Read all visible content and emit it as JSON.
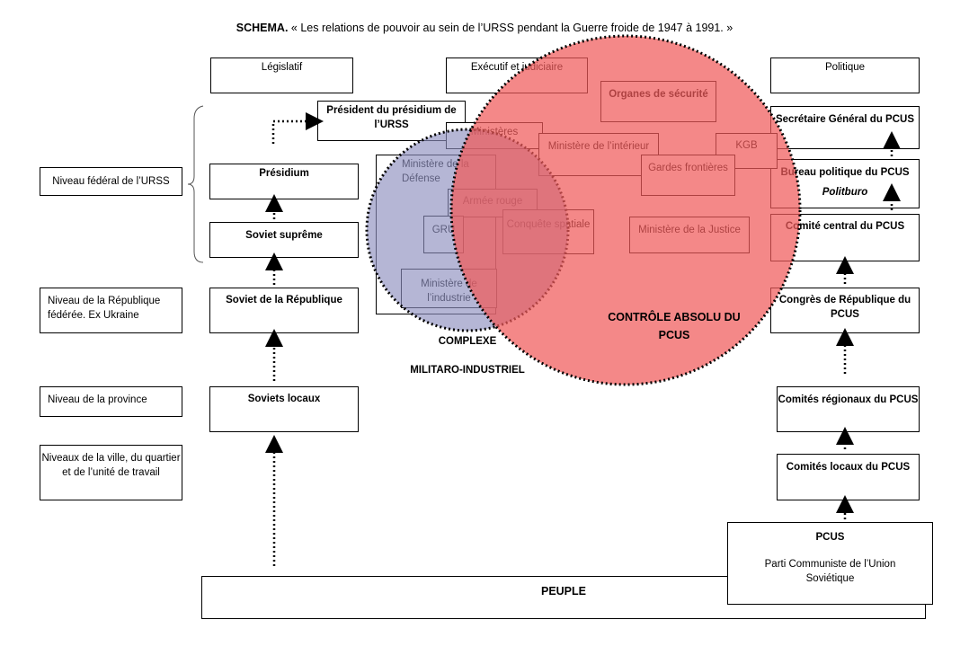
{
  "title": {
    "prefix": "SCHEMA.",
    "text": " « Les relations de pouvoir au sein de l’URSS pendant la Guerre froide de 1947 à 1991. »"
  },
  "headers": {
    "legislatif": "Législatif",
    "executif": "Exécutif et judiciaire",
    "politique": "Politique"
  },
  "levels": {
    "federal": "Niveau fédéral de l’URSS",
    "republique": "Niveau de la République fédérée. Ex Ukraine",
    "province": "Niveau de la province",
    "ville": "Niveaux de la ville, du quartier et de l’unité de travail"
  },
  "legislatif": {
    "president": "Président du présidium de l’URSS",
    "presidium": "Présidium",
    "soviet_supreme": "Soviet suprême",
    "soviet_republique": "Soviet de la République",
    "soviets_locaux": "Soviets locaux"
  },
  "executif": {
    "ministeres": "Ministères",
    "organes": "Organes de sécurité",
    "defense": "Ministère de la Défense",
    "interieur": "Ministère de l’intérieur",
    "kgb": "KGB",
    "gardes": "Gardes frontières",
    "armee": "Armée rouge",
    "gru": "GRU",
    "conquete": "Conquête spatiale",
    "justice": "Ministère de la Justice",
    "industrie": "Ministère de l’industrie"
  },
  "politique": {
    "secretaire": "Secrétaire Général du PCUS",
    "bureau": "Bureau politique du PCUS",
    "politburo": "Politburo",
    "comite_central": "Comité central du PCUS",
    "congres": "Congrès de République du PCUS",
    "regionaux": "Comités régionaux du PCUS",
    "locaux": "Comités locaux du PCUS",
    "pcus": "PCUS",
    "pcus_full": "Parti Communiste de l’Union Soviétique"
  },
  "circles": {
    "complexe_line1": "COMPLEXE",
    "complexe_line2": "MILITARO-INDUSTRIEL",
    "controle": "CONTRÔLE ABSOLU DU PCUS"
  },
  "peuple": "PEUPLE",
  "colors": {
    "red_circle": "#f05a5a",
    "blue_circle": "#8e8fbf"
  }
}
